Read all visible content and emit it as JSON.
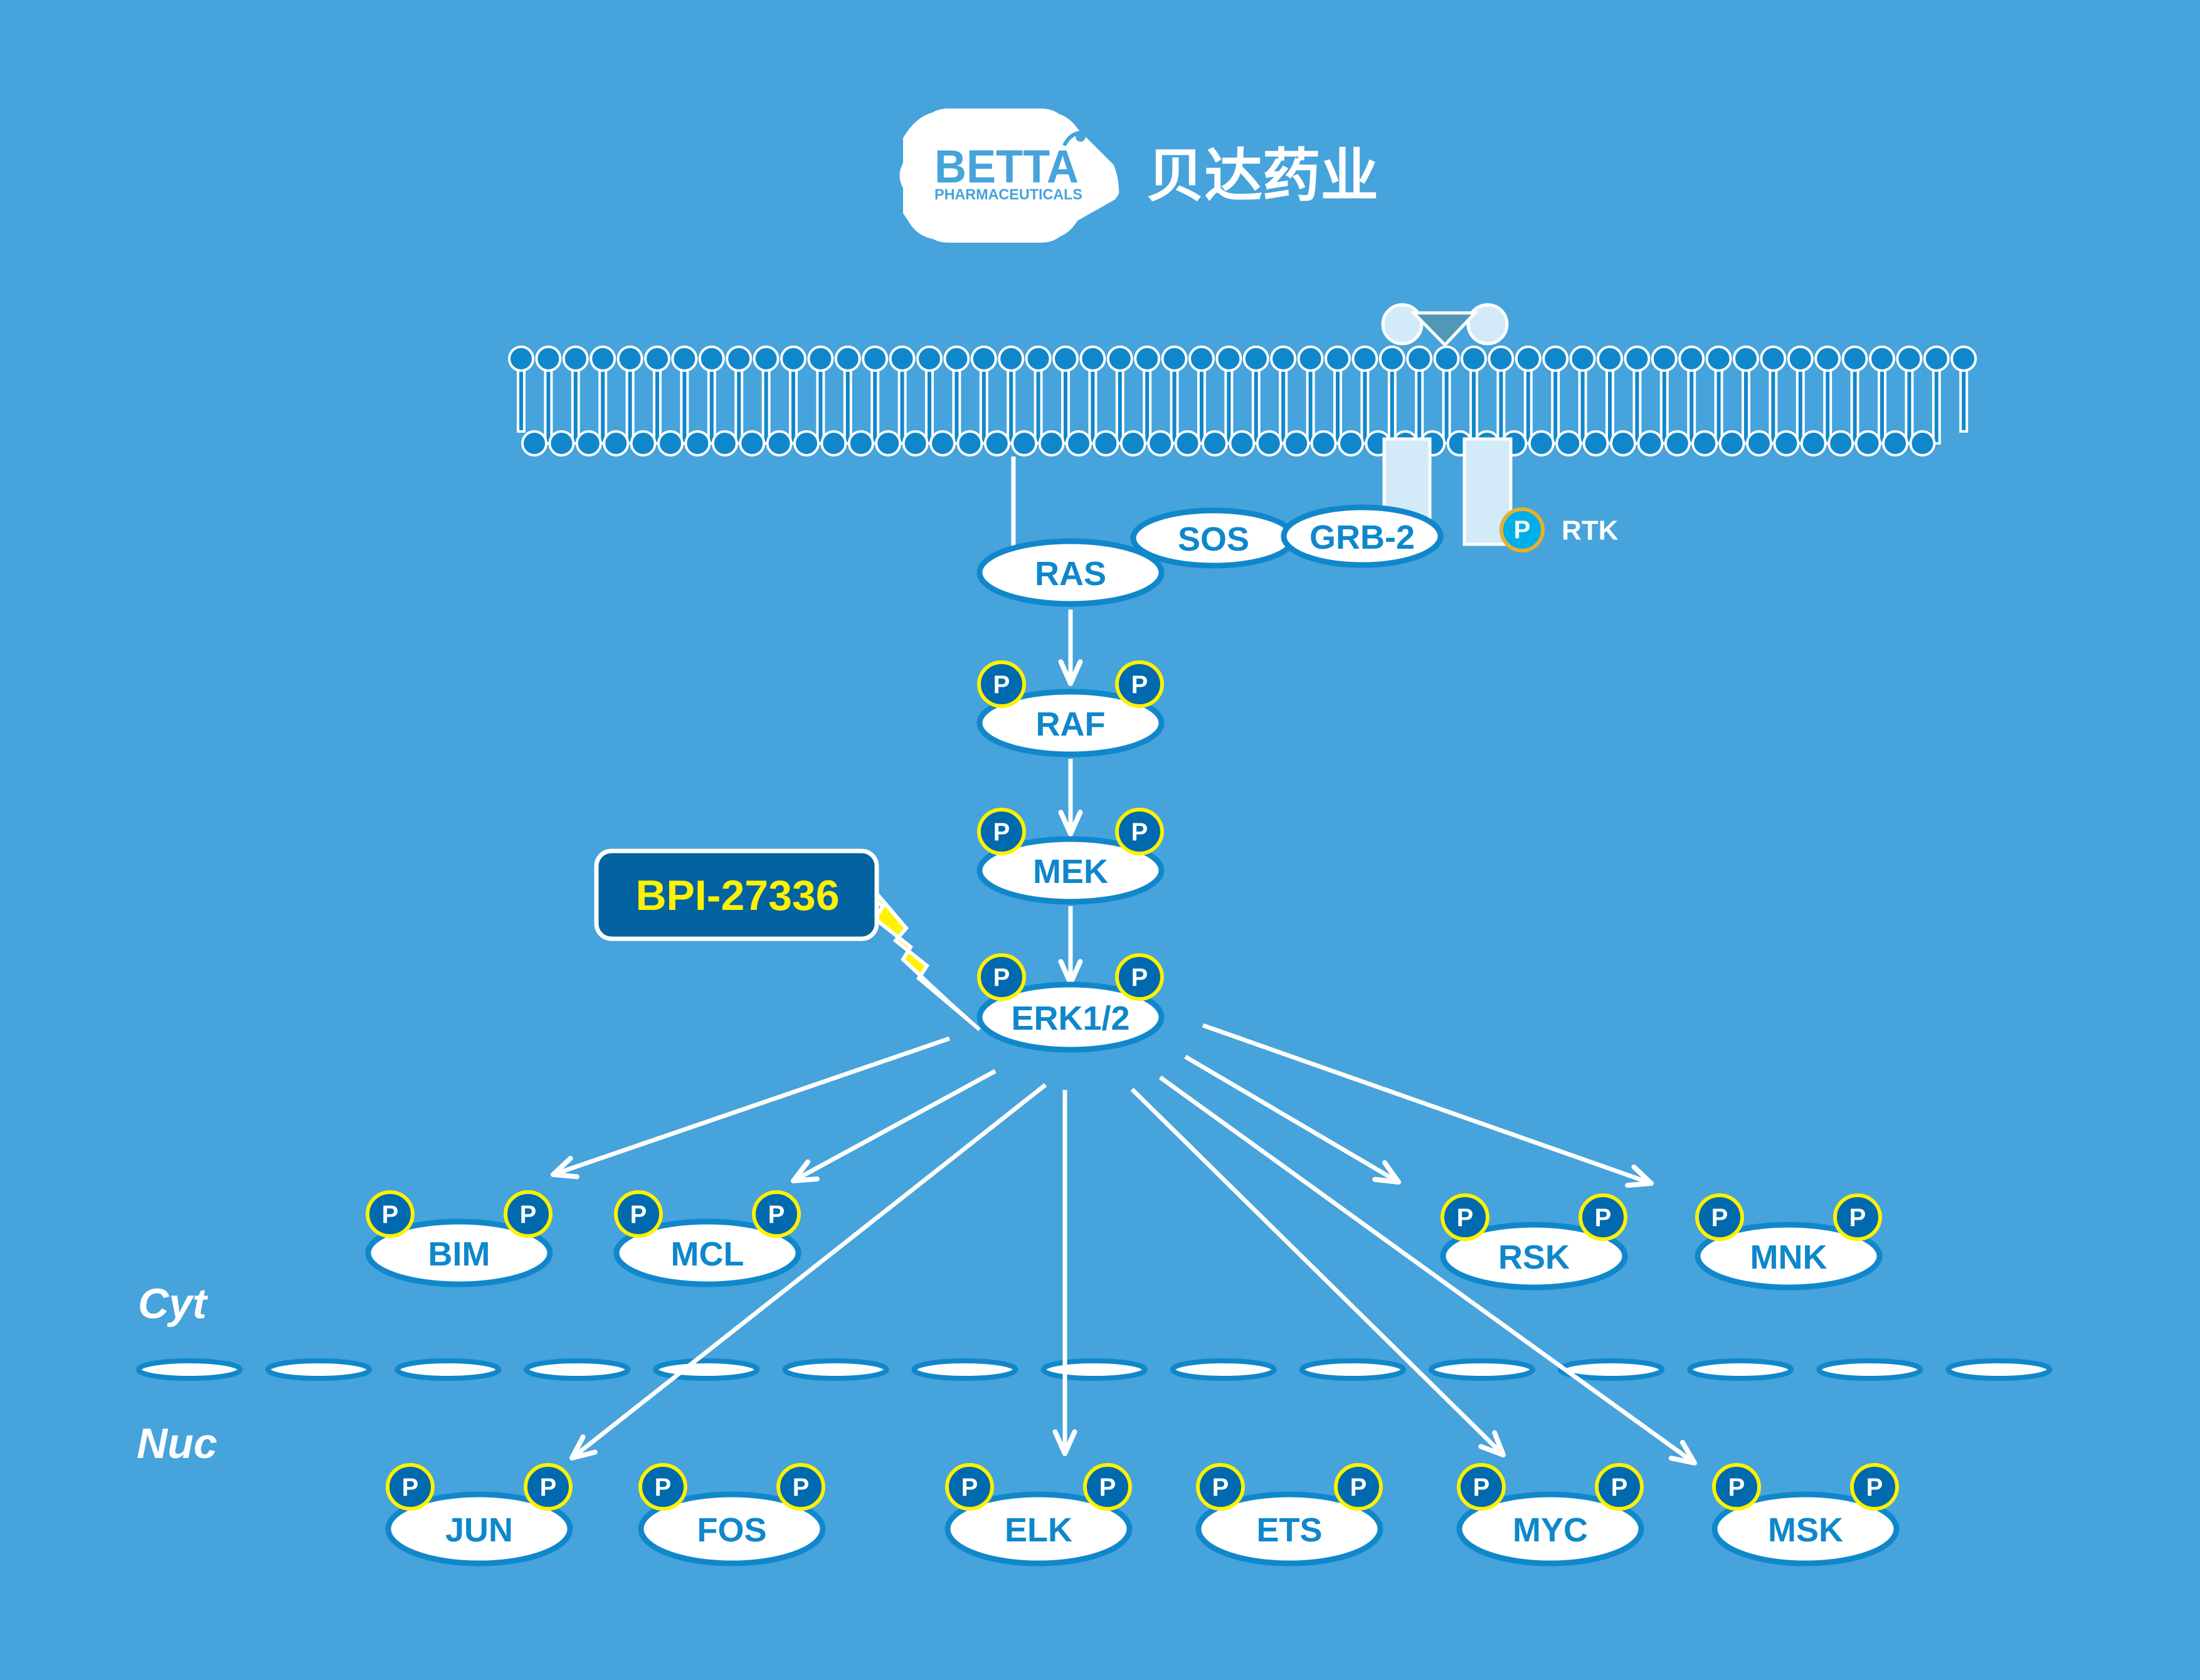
{
  "logo": {
    "brand": "BETTA",
    "subtitle": "PHARMACEUTICALS",
    "chinese_name": "贝达药业"
  },
  "colors": {
    "background": "#46a3db",
    "membrane_head": "#1187cb",
    "node_fill": "#ffffff",
    "node_border": "#1187cb",
    "node_text": "#0f87cb",
    "phospho_fill": "#0169ad",
    "phospho_ring": "#fff200",
    "rtk_phospho_fill": "#00aee8",
    "rtk_phospho_ring": "#e6b02e",
    "receptor_fill": "#d3eaf8",
    "ligand": "#5397b7",
    "drug_box": "#0362a0",
    "drug_text": "#fff200",
    "bolt": "#fff200"
  },
  "compartments": {
    "cytoplasm": "Cyt",
    "nucleus": "Nuc"
  },
  "receptor": {
    "label": "RTK",
    "phospho_label": "P"
  },
  "drug": {
    "label": "BPI-27336",
    "target": "ERK1/2",
    "effect": "inhibition"
  },
  "phospho_label": "P",
  "membrane_nodes": [
    {
      "id": "sos",
      "label": "SOS",
      "phosphorylated": false
    },
    {
      "id": "grb2",
      "label": "GRB-2",
      "phosphorylated": false
    }
  ],
  "cascade": [
    {
      "id": "ras",
      "label": "RAS",
      "phosphorylated": false
    },
    {
      "id": "raf",
      "label": "RAF",
      "phosphorylated": true
    },
    {
      "id": "mek",
      "label": "MEK",
      "phosphorylated": true
    },
    {
      "id": "erk",
      "label": "ERK1/2",
      "phosphorylated": true
    }
  ],
  "cytoplasmic_targets": [
    {
      "id": "bim",
      "label": "BIM",
      "phosphorylated": true
    },
    {
      "id": "mcl",
      "label": "MCL",
      "phosphorylated": true
    },
    {
      "id": "rsk",
      "label": "RSK",
      "phosphorylated": true
    },
    {
      "id": "mnk",
      "label": "MNK",
      "phosphorylated": true
    }
  ],
  "nuclear_targets": [
    {
      "id": "jun",
      "label": "JUN",
      "phosphorylated": true
    },
    {
      "id": "fos",
      "label": "FOS",
      "phosphorylated": true
    },
    {
      "id": "elk",
      "label": "ELK",
      "phosphorylated": true
    },
    {
      "id": "ets",
      "label": "ETS",
      "phosphorylated": true
    },
    {
      "id": "myc",
      "label": "MYC",
      "phosphorylated": true
    },
    {
      "id": "msk",
      "label": "MSK",
      "phosphorylated": true
    }
  ],
  "edges": [
    {
      "from": "ras",
      "to": "raf"
    },
    {
      "from": "raf",
      "to": "mek"
    },
    {
      "from": "mek",
      "to": "erk"
    },
    {
      "from": "erk",
      "to": "bim"
    },
    {
      "from": "erk",
      "to": "mcl"
    },
    {
      "from": "erk",
      "to": "jun"
    },
    {
      "from": "erk",
      "to": "elk"
    },
    {
      "from": "erk",
      "to": "myc"
    },
    {
      "from": "erk",
      "to": "msk"
    },
    {
      "from": "erk",
      "to": "rsk"
    },
    {
      "from": "erk",
      "to": "mnk"
    }
  ]
}
